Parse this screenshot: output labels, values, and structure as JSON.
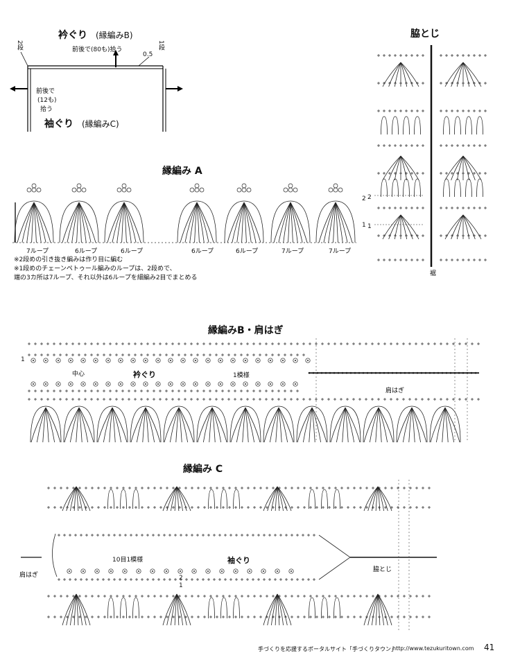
{
  "top": {
    "neck_title": "衿ぐり",
    "neck_sub": "(縁編みB)",
    "neck_pickup": "前後で(80も)拾う",
    "val_05": "0.5",
    "row1": "1段",
    "row2": "2段",
    "side_pickup_1": "前後で",
    "side_pickup_2": "(12も)",
    "side_pickup_3": "拾う",
    "arm_title": "袖ぐり",
    "arm_sub": "(縁編みC)"
  },
  "side_seam": {
    "title": "脇とじ",
    "row2": "2",
    "row1": "1",
    "hem": "裾"
  },
  "edgeA": {
    "title": "縁編み A",
    "loops": [
      "7ループ",
      "6ループ",
      "6ループ",
      "6ループ",
      "6ループ",
      "7ループ",
      "7ループ"
    ],
    "row2": "2",
    "row1": "1",
    "notes": [
      "※2段めの引き抜き編みは作り目に編む",
      "※1段めのチェーンペトゥール編みのループは、2段めで、",
      "端の3カ所は7ループ、それ以外は6ループを細編み2目でまとめる"
    ]
  },
  "edgeB": {
    "title": "縁編みB・肩はぎ",
    "row1": "1",
    "center": "中心",
    "neck": "衿ぐり",
    "pattern": "1模様",
    "shoulder": "肩はぎ"
  },
  "edgeC": {
    "title": "縁編み C",
    "shoulder": "肩はぎ",
    "pattern": "10目1模様",
    "neck": "袖ぐり",
    "side": "脇とじ",
    "row2": "2",
    "row1": "1"
  },
  "footer": {
    "text": "手づくりを応援するポータルサイト「手づくりタウン」",
    "url": "http://www.tezukuritown.com",
    "page": "41"
  }
}
